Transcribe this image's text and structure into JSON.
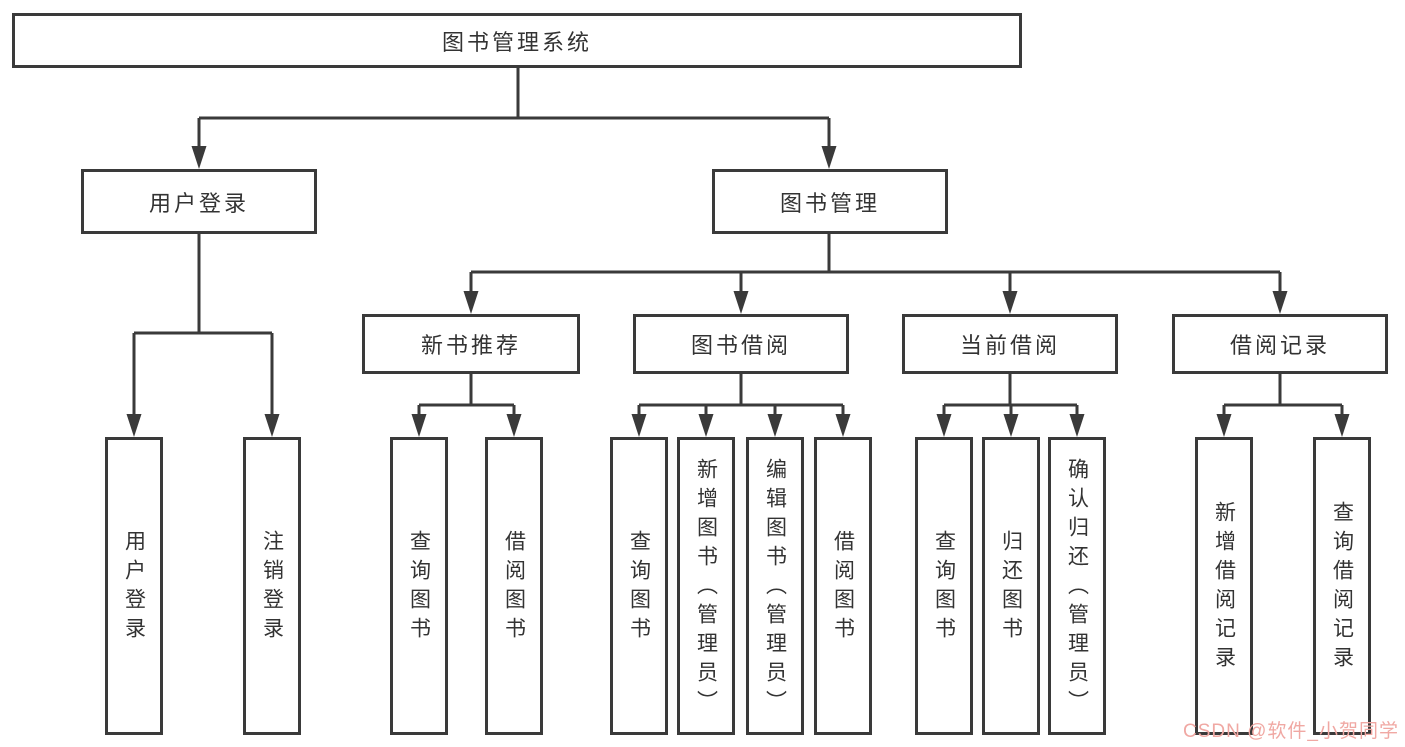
{
  "colors": {
    "line": "#3a3a3a",
    "box_border": "#3a3a3a",
    "box_background": "#ffffff",
    "page_background": "#ffffff",
    "watermark": "#f0a8a3"
  },
  "watermark": {
    "text": "CSDN @软件_小贺同学"
  },
  "tree": {
    "label": "图书管理系统",
    "children": [
      {
        "label": "用户登录",
        "children": [
          {
            "label": "用户登录"
          },
          {
            "label": "注销登录"
          }
        ]
      },
      {
        "label": "图书管理",
        "children": [
          {
            "label": "新书推荐",
            "children": [
              {
                "label": "查询图书"
              },
              {
                "label": "借阅图书"
              }
            ]
          },
          {
            "label": "图书借阅",
            "children": [
              {
                "label": "查询图书"
              },
              {
                "label": "新增图书（管理员）"
              },
              {
                "label": "编辑图书（管理员）"
              },
              {
                "label": "借阅图书"
              }
            ]
          },
          {
            "label": "当前借阅",
            "children": [
              {
                "label": "查询图书"
              },
              {
                "label": "归还图书"
              },
              {
                "label": "确认归还（管理员）"
              }
            ]
          },
          {
            "label": "借阅记录",
            "children": [
              {
                "label": "新增借阅记录"
              },
              {
                "label": "查询借阅记录"
              }
            ]
          }
        ]
      }
    ]
  }
}
